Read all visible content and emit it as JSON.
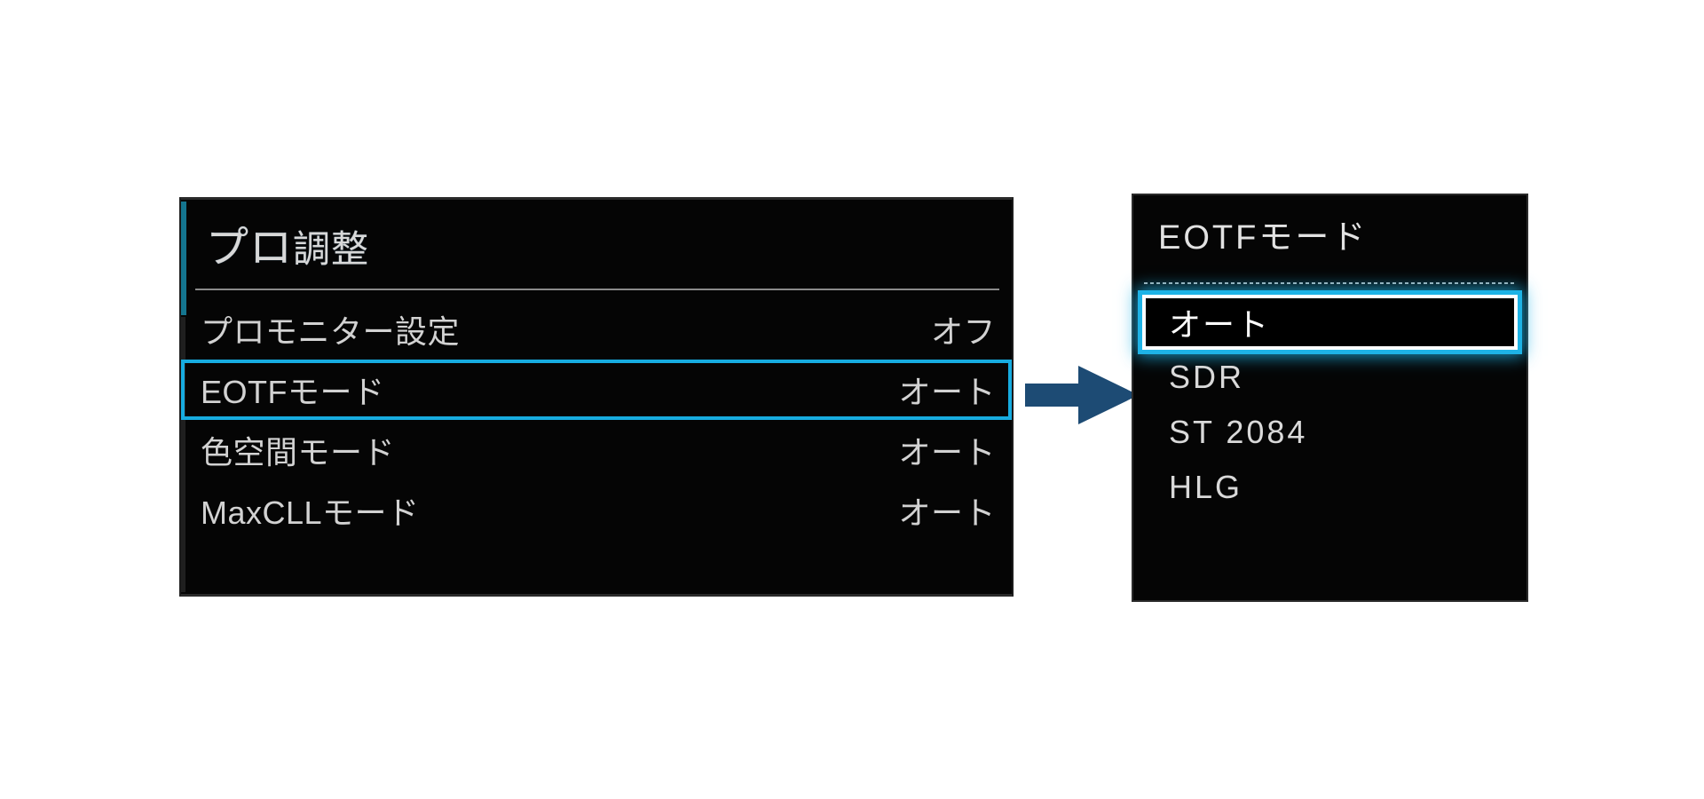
{
  "colors": {
    "accent_cyan": "#17ace0",
    "arrow_navy": "#1d4b74",
    "panel_bg": "#050505",
    "text": "#d2d2d2",
    "indicator_teal": "#14758f"
  },
  "left_panel": {
    "title_kana": "プロ",
    "title_kanji": "調整",
    "rows": [
      {
        "label": "プロモニター設定",
        "value": "オフ",
        "selected": false
      },
      {
        "label": "EOTFモード",
        "value": "オート",
        "selected": true
      },
      {
        "label": "色空間モード",
        "value": "オート",
        "selected": false
      },
      {
        "label": "MaxCLLモード",
        "value": "オート",
        "selected": false
      }
    ]
  },
  "arrow": {
    "icon": "arrow-right-icon",
    "direction": "right"
  },
  "right_panel": {
    "title": "EOTFモード",
    "options": [
      {
        "label": "オート",
        "selected": true
      },
      {
        "label": "SDR",
        "selected": false
      },
      {
        "label": "ST 2084",
        "selected": false
      },
      {
        "label": "HLG",
        "selected": false
      }
    ]
  }
}
